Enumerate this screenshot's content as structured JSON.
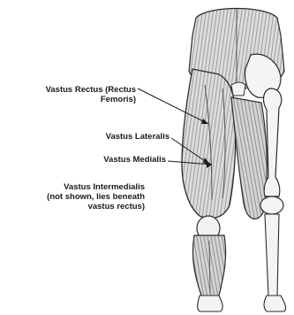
{
  "labels": {
    "rectus": [
      "Vastus  Rectus (Rectus",
      "Femoris)"
    ],
    "lateralis": "Vastus Lateralis",
    "medialis": "Vastus Medialis",
    "intermedialis": [
      "Vastus Intermedialis",
      "(not shown, lies beneath",
      "vastus rectus)"
    ]
  },
  "colors": {
    "outline": "#2b2b2b",
    "muscle": "#d9d9d9",
    "shade": "#9a9a9a",
    "bone": "#f4f4f4",
    "leader": "#1a1a1a"
  }
}
